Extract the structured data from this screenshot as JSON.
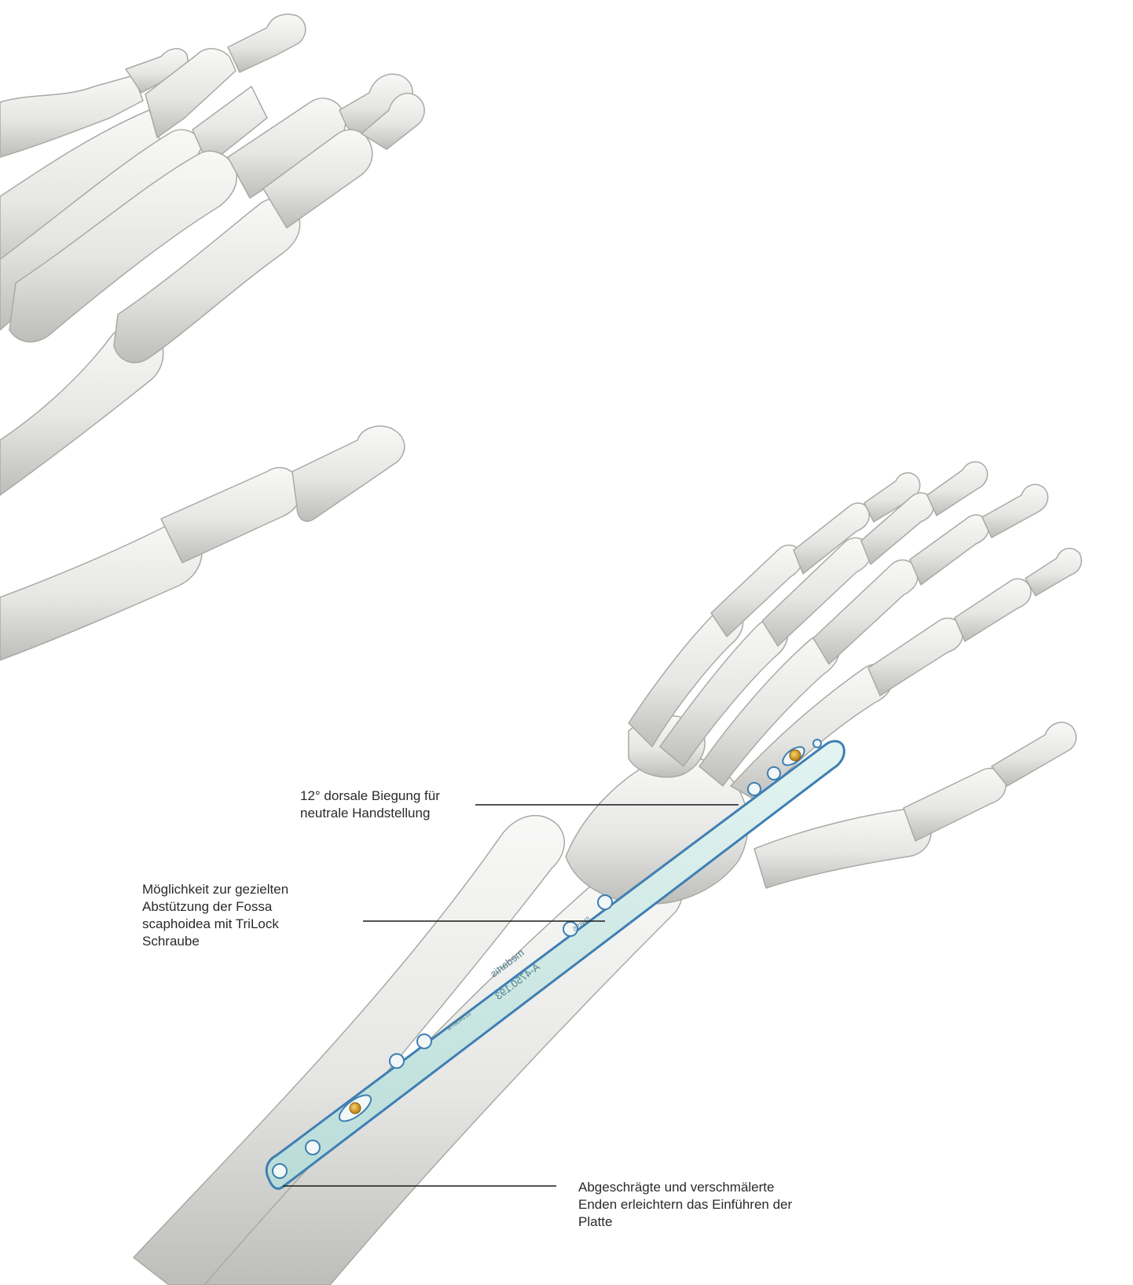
{
  "callouts": [
    {
      "lines": [
        "12° dorsale Biegung für",
        "neutrale Handstellung"
      ]
    },
    {
      "lines": [
        "Möglichkeit zur gezielten",
        "Abstützung der Fossa",
        "scaphoidea mit TriLock",
        "Schraube"
      ]
    },
    {
      "lines": [
        "Abgeschrägte und verschmälerte",
        "Enden erleichtern das Einführen der",
        "Platte"
      ]
    }
  ],
  "plate_engravings": {
    "part_number": "A-4750.193",
    "brand": "medartis",
    "lot": "12345678",
    "label": "SWISS"
  },
  "colors": {
    "bone": "#e9e9e7",
    "bone_shadow": "#b9b9b6",
    "plate": "#cfe9e6",
    "plate_edge": "#3f7fb2",
    "screw": "#d9a12a",
    "leader_line": "#1a1a1a",
    "text": "#2a2a2a"
  }
}
